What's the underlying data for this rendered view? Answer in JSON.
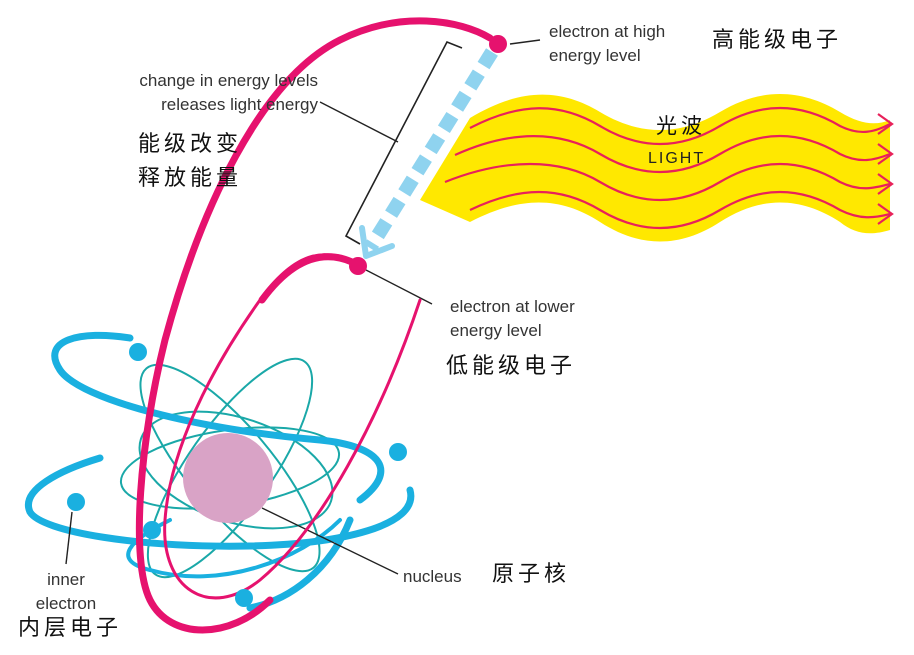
{
  "labels": {
    "high_electron": [
      "electron at high",
      "energy level"
    ],
    "energy_change": [
      "change in energy levels",
      "releases light energy"
    ],
    "low_electron": [
      "electron at lower",
      "energy level"
    ],
    "nucleus": "nucleus",
    "inner_electron": [
      "inner",
      "electron"
    ],
    "light": "LIGHT"
  },
  "chinese": {
    "high_electron": "高能级电子",
    "energy_change": [
      "能级改变",
      "释放能量"
    ],
    "light_wave": "光波",
    "low_electron": "低能级电子",
    "nucleus": "原子核",
    "inner_electron": "内层电子"
  },
  "colors": {
    "magenta": "#e6126e",
    "cyan": "#1ab0e0",
    "teal": "#1aa8a8",
    "light_blue": "#8fd3ef",
    "yellow": "#ffe800",
    "wave_red": "#e8215a",
    "nucleus": "#d9a3c6"
  }
}
